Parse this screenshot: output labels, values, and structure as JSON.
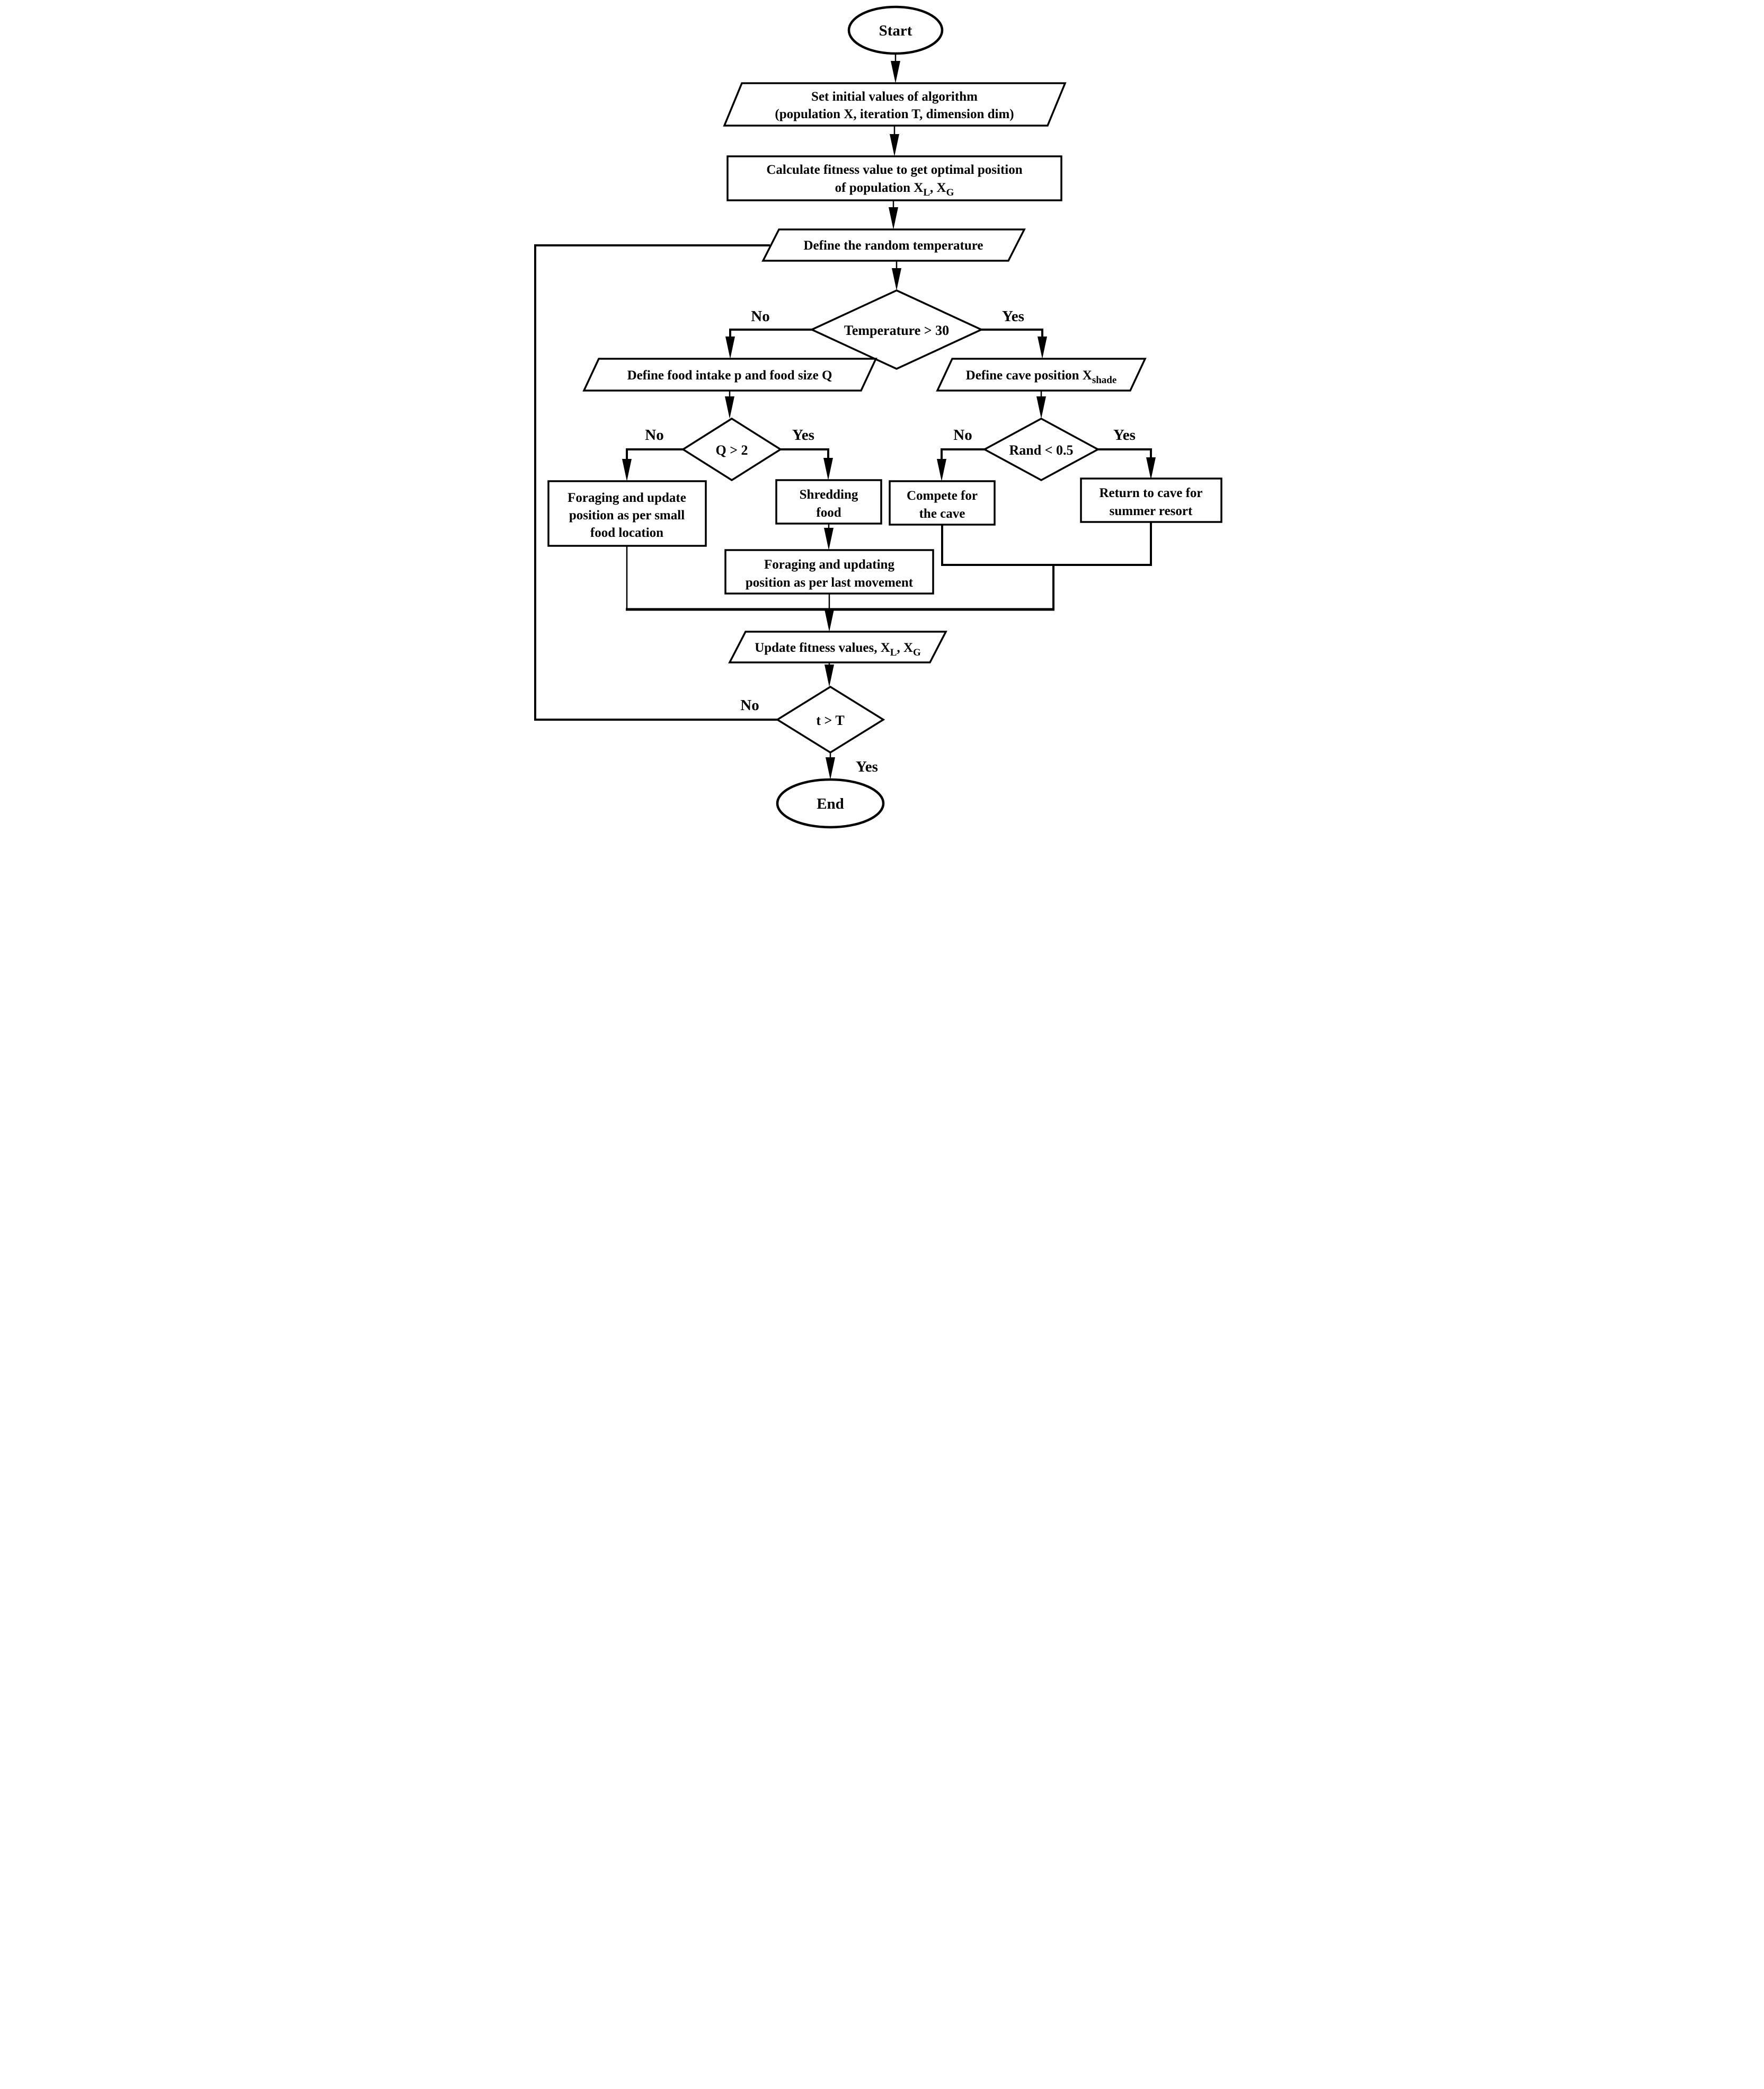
{
  "flowchart": {
    "background": "#ffffff",
    "line_color": "#000000",
    "nodes": {
      "start": {
        "label": "Start"
      },
      "set_initial": {
        "line1": "Set initial values of algorithm",
        "line2": "(population X, iteration T, dimension dim)"
      },
      "calc_fitness": {
        "line1": "Calculate fitness value to get optimal position",
        "line2_pre": "of population X",
        "line2_sub1": "L",
        "line2_mid": ", X",
        "line2_sub2": "G"
      },
      "define_random_temperature": {
        "label": "Define the random temperature"
      },
      "temperature_check": {
        "label": "Temperature > 30"
      },
      "define_food": {
        "label": "Define food intake p and food size Q"
      },
      "define_cave": {
        "pre": "Define cave position X",
        "sub": "shade"
      },
      "q_check": {
        "label": "Q > 2"
      },
      "rand_check": {
        "label": "Rand < 0.5"
      },
      "foraging_small": {
        "line1": "Foraging and update",
        "line2": "position as per small",
        "line3": "food location"
      },
      "shredding_food": {
        "line1": "Shredding",
        "line2": "food"
      },
      "compete_cave": {
        "line1": "Compete for",
        "line2": "the cave"
      },
      "return_cave": {
        "line1": "Return to cave for",
        "line2": "summer resort"
      },
      "foraging_last": {
        "line1": "Foraging and updating",
        "line2": "position as per last movement"
      },
      "update_fitness": {
        "pre": "Update fitness values, X",
        "sub1": "L",
        "mid": ", X",
        "sub2": "G"
      },
      "iteration_check": {
        "label": "t > T"
      },
      "end": {
        "label": "End"
      }
    },
    "branch_labels": {
      "no": "No",
      "yes": "Yes"
    }
  }
}
